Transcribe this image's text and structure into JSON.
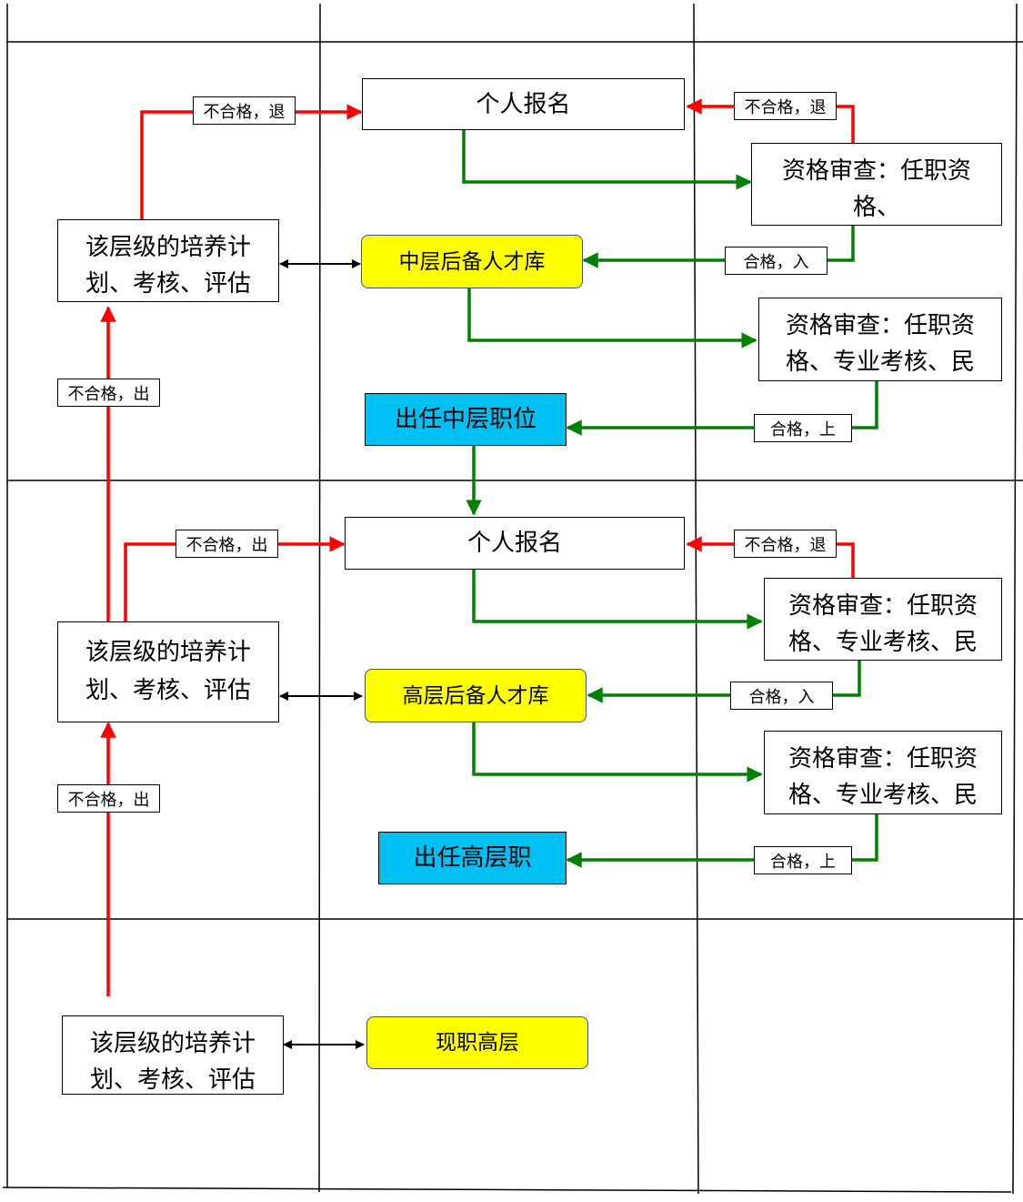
{
  "nodes": {
    "apply_mid": "个人报名",
    "review1_mid": "资格审查：任职资格、",
    "train_mid": "该层级的培养计划、考核、评估",
    "pool_mid": "中层后备人才库",
    "review2_mid": "资格审查：任职资格、专业考核、民",
    "appoint_mid": "出任中层职位",
    "apply_high": "个人报名",
    "review1_high": "资格审查：任职资格、专业考核、民",
    "train_high": "该层级的培养计划、考核、评估",
    "pool_high": "高层后备人才库",
    "review2_high": "资格审查：任职资格、专业考核、民",
    "appoint_high": "出任高层职",
    "train_top": "该层级的培养计划、考核、评估",
    "current_high": "现职高层"
  },
  "labels": {
    "fail_back_left_mid": "不合格，退",
    "fail_back_right_mid": "不合格，退",
    "pass_in_mid": "合格，入",
    "fail_out_mid": "不合格，出",
    "pass_up_mid": "合格，上",
    "fail_out_left_high": "不合格，出",
    "fail_back_right_high": "不合格，退",
    "pass_in_high": "合格，入",
    "fail_out_high": "不合格，出",
    "pass_up_high": "合格，上"
  },
  "colors": {
    "reject": "#ff0000",
    "approve": "#008000",
    "link": "#000000",
    "pool": "#ffff00",
    "appoint": "#00bff3"
  }
}
